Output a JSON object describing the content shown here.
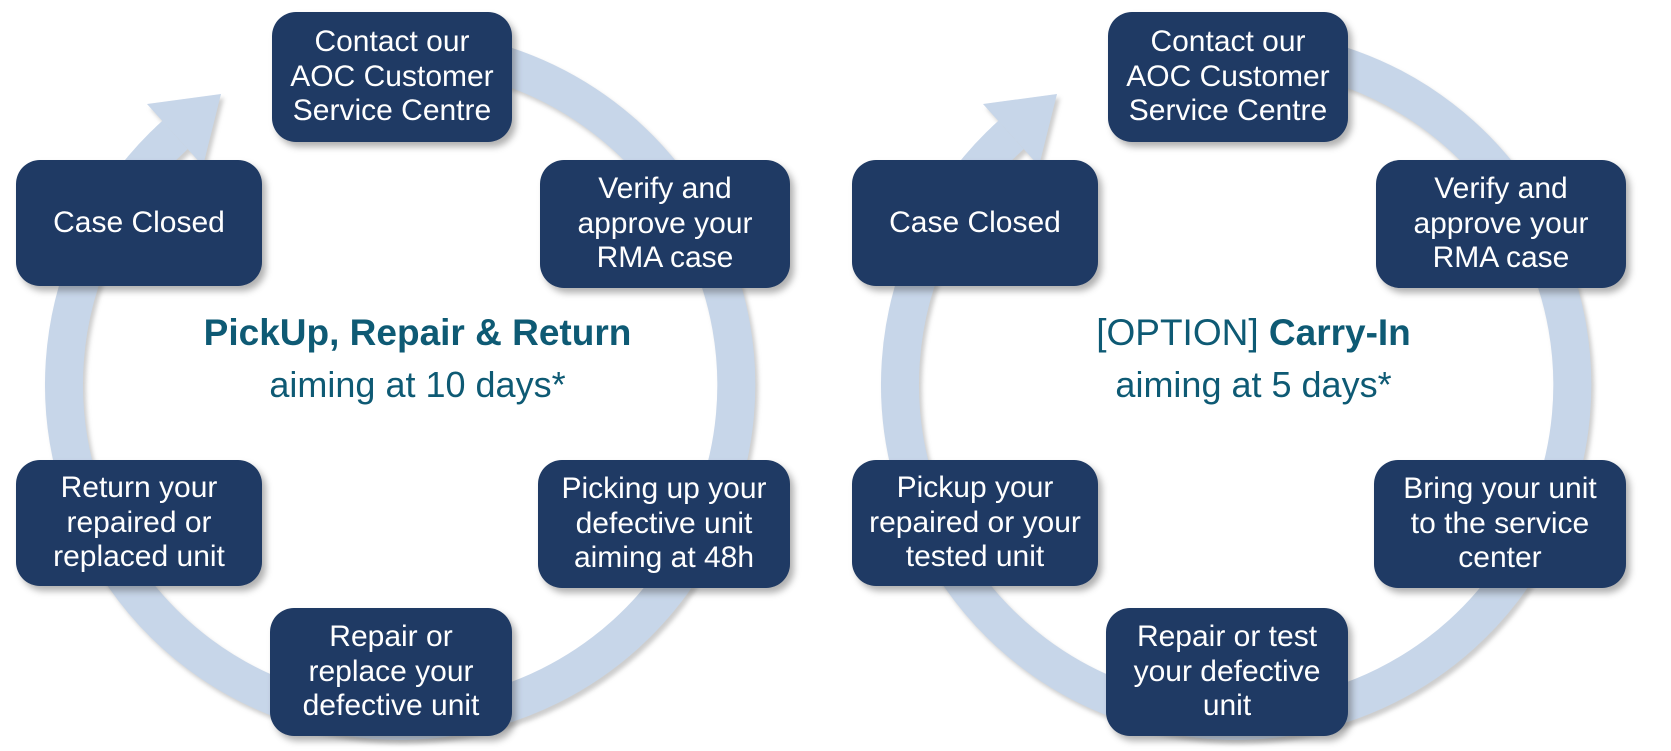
{
  "colors": {
    "background": "#ffffff",
    "box_fill": "#1f3a64",
    "box_text": "#ffffff",
    "ring": "#c7d6e9",
    "title_text": "#0e5a74"
  },
  "diagrams": [
    {
      "id": "pickup-repair-return",
      "title_prefix": "",
      "title_bold": "PickUp, Repair & Return",
      "subtitle": "aiming at 10 days*",
      "steps": [
        {
          "position": "top",
          "label": "Contact our AOC Customer Service Centre"
        },
        {
          "position": "upper-right",
          "label": "Verify and approve your RMA case"
        },
        {
          "position": "lower-right",
          "label": "Picking up your defective unit aiming at 48h"
        },
        {
          "position": "bottom",
          "label": "Repair or replace your defective unit"
        },
        {
          "position": "lower-left",
          "label": "Return your repaired or replaced unit"
        },
        {
          "position": "upper-left",
          "label": "Case Closed"
        }
      ]
    },
    {
      "id": "carry-in",
      "title_prefix": "[OPTION] ",
      "title_bold": "Carry-In",
      "subtitle": "aiming at 5 days*",
      "steps": [
        {
          "position": "top",
          "label": "Contact our AOC Customer Service Centre"
        },
        {
          "position": "upper-right",
          "label": "Verify and approve your RMA case"
        },
        {
          "position": "lower-right",
          "label": "Bring your unit to the service center"
        },
        {
          "position": "bottom",
          "label": "Repair or test your defective unit"
        },
        {
          "position": "lower-left",
          "label": "Pickup your repaired or your tested unit"
        },
        {
          "position": "upper-left",
          "label": "Case Closed"
        }
      ]
    }
  ]
}
